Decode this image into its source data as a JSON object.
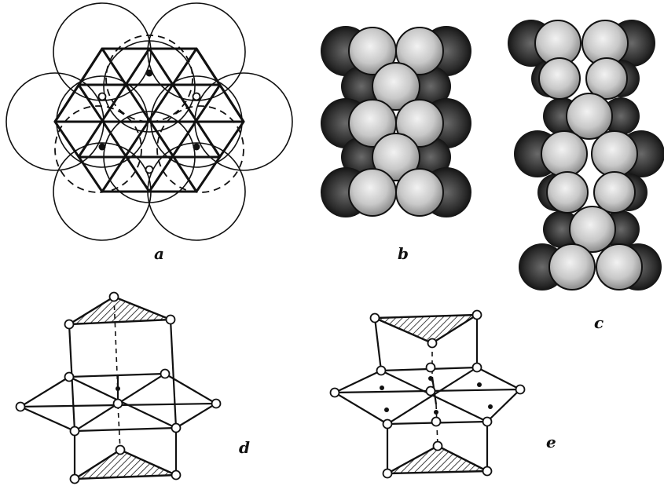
{
  "panels": {
    "a": {
      "label": "a"
    },
    "b": {
      "label": "b"
    },
    "c": {
      "label": "c"
    },
    "d": {
      "label": "d"
    },
    "e": {
      "label": "e"
    }
  },
  "colors": {
    "ink": "#111111",
    "paper": "#ffffff",
    "shade": "#555555"
  }
}
